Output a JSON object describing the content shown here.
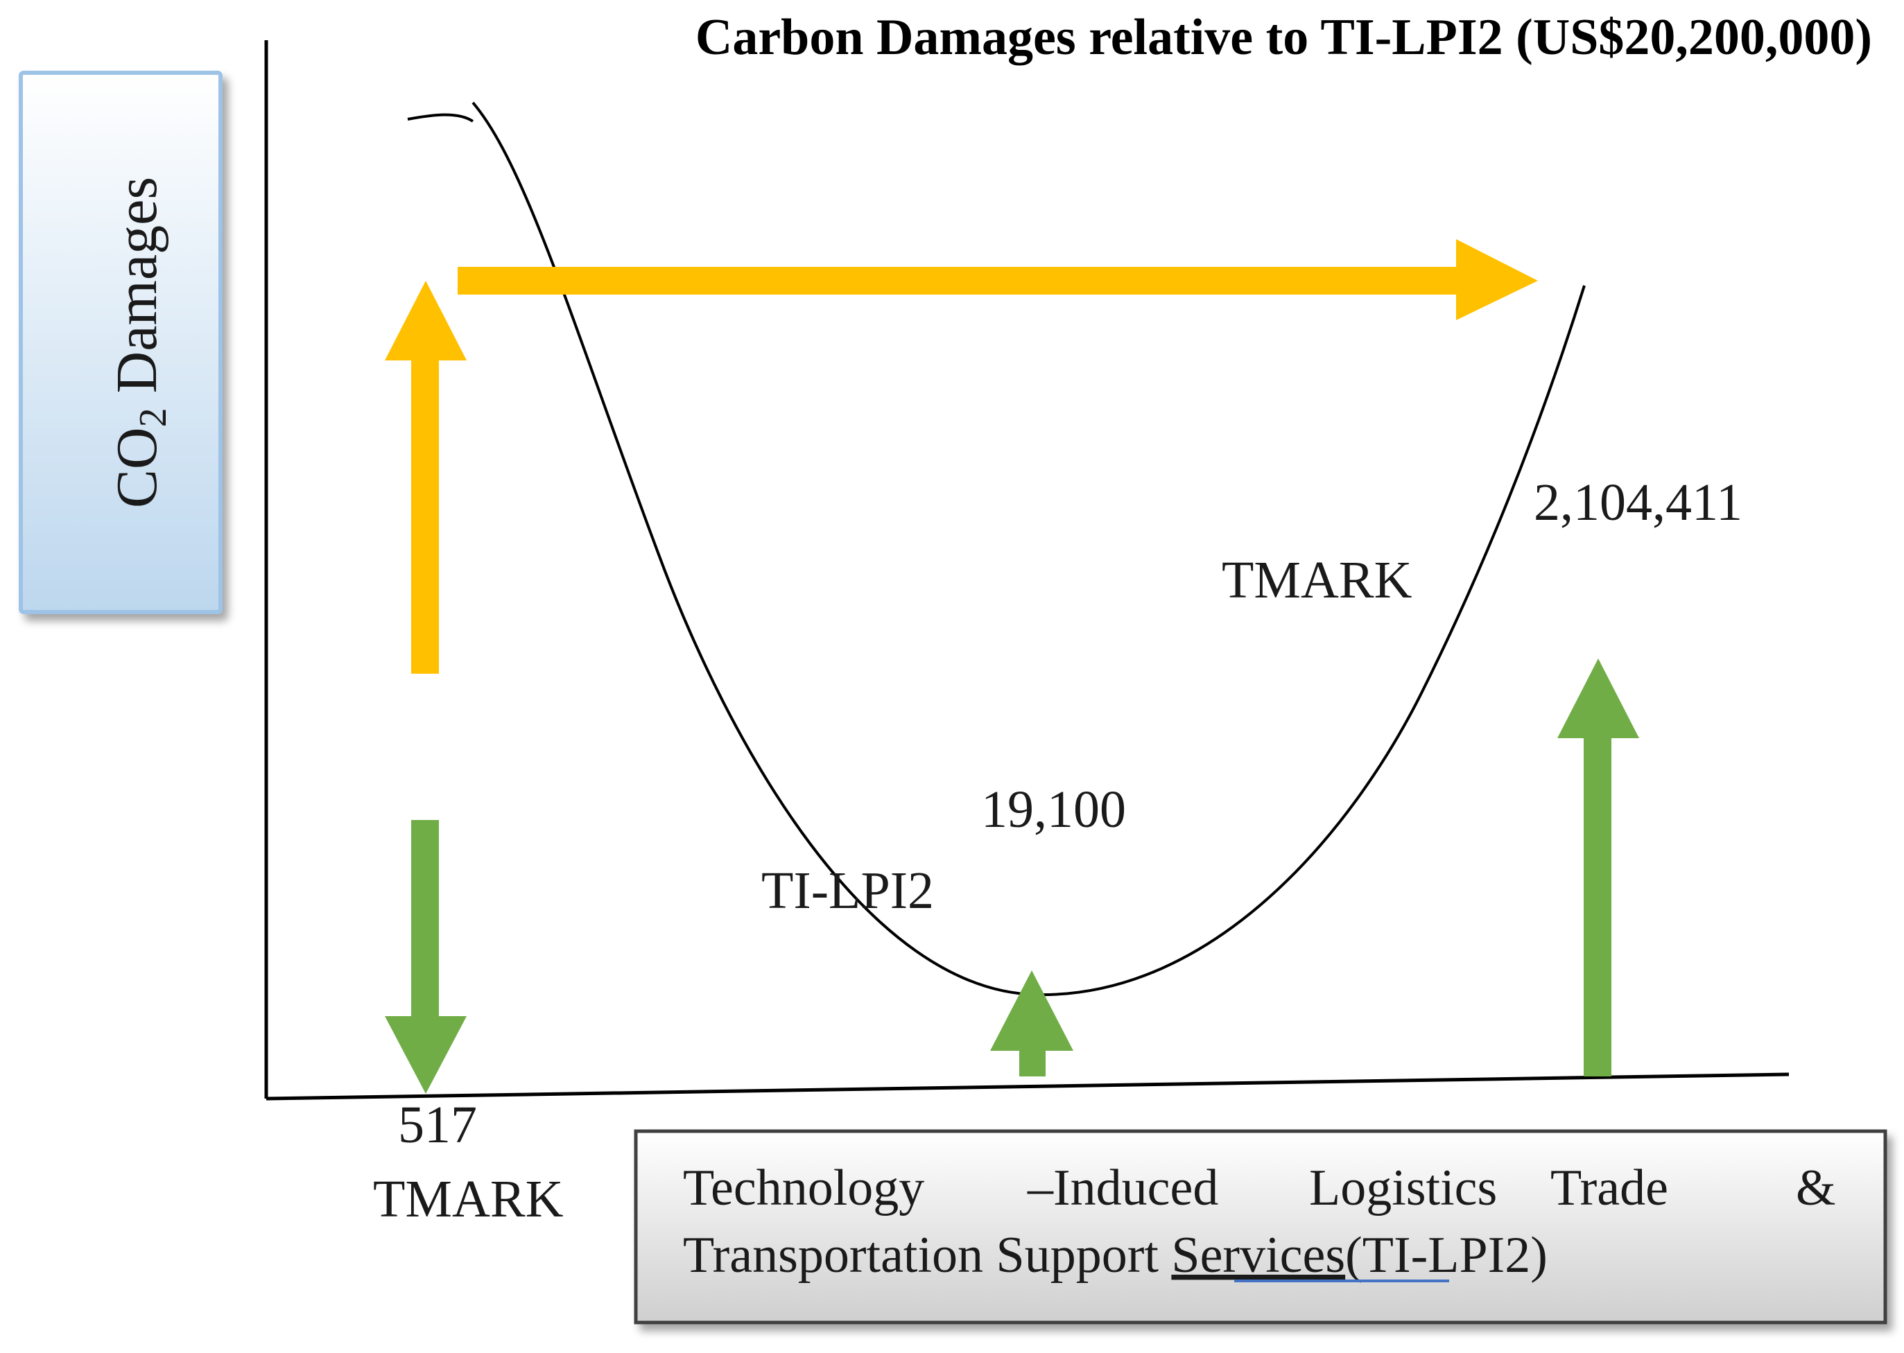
{
  "title": "Carbon Damages relative to TI-LPI2 (US$20,200,000)",
  "y_label": {
    "main": "CO",
    "subscript": "2",
    "rest": " Damages"
  },
  "curve_labels": {
    "left_segment": "TI-LPI2",
    "right_segment": "TMARK"
  },
  "values": {
    "origin": "517",
    "minimum": "19,100",
    "right_end": "2,104,411"
  },
  "origin_caption": "TMARK",
  "caption": {
    "line1_words": [
      "Technology",
      "–Induced",
      "Logistics",
      "Trade",
      "&"
    ],
    "line2_prefix": "Transportation Support ",
    "line2_underlined": "Services",
    "line2_suffix": "(TI-LPI2)"
  },
  "colors": {
    "orange_arrow": "#ffc000",
    "green_arrow": "#70ad47",
    "curve": "#000000",
    "axis": "#000000",
    "ylabel_box_top": "#ffffff",
    "ylabel_box_bottom": "#bdd7ee",
    "ylabel_box_border": "#9dc3e6",
    "caption_box_top": "#ffffff",
    "caption_box_bottom": "#d0d0d0",
    "caption_box_border": "#404040",
    "underline": "#4472c4"
  },
  "icons": {
    "orange_up": "arrow-up-icon",
    "orange_right": "arrow-right-icon",
    "green_down": "arrow-down-icon",
    "green_up_middle": "arrow-up-icon",
    "green_up_right": "arrow-up-icon"
  }
}
